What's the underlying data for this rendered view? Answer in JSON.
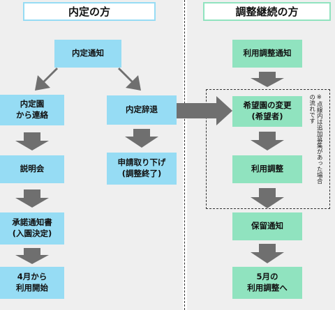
{
  "left": {
    "header": "内定の方",
    "boxes": {
      "notice": "内定通知",
      "contact": "内定園\nから連絡",
      "decline": "内定辞退",
      "briefing": "説明会",
      "withdraw": "申請取り下げ\n(調整終了)",
      "consent": "承諾通知書\n(入園決定)",
      "start": "4月から\n利用開始"
    }
  },
  "right": {
    "header": "調整継続の方",
    "boxes": {
      "notice": "利用調整通知",
      "change": "希望園の変更\n(希望者)",
      "adjust": "利用調整",
      "hold": "保留通知",
      "may": "5月の\n利用調整へ"
    },
    "note": "※点線内は追加募集があった場合\nの流れです"
  },
  "colors": {
    "blue_box": "#96dcf4",
    "green_box": "#90e3bf",
    "arrow": "#6f6f6f",
    "panel": "#efefef"
  }
}
